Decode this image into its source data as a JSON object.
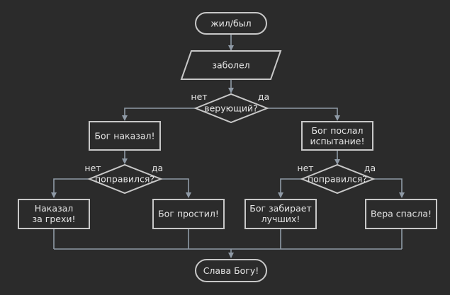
{
  "diagram": {
    "start": "жил/был",
    "input": "заболел",
    "decision_main": "верующий?",
    "decision_left": "поправился?",
    "decision_right": "поправился?",
    "left_process": "Бог наказал!",
    "right_process": [
      "Бог послал",
      "испытание!"
    ],
    "leaf_ll": [
      "Наказал",
      "за грехи!"
    ],
    "leaf_lr": "Бог простил!",
    "leaf_rl": [
      "Бог забирает",
      "лучших!"
    ],
    "leaf_rr": "Вера спасла!",
    "end": "Слава Богу!",
    "no_label": "нет",
    "yes_label": "да"
  }
}
